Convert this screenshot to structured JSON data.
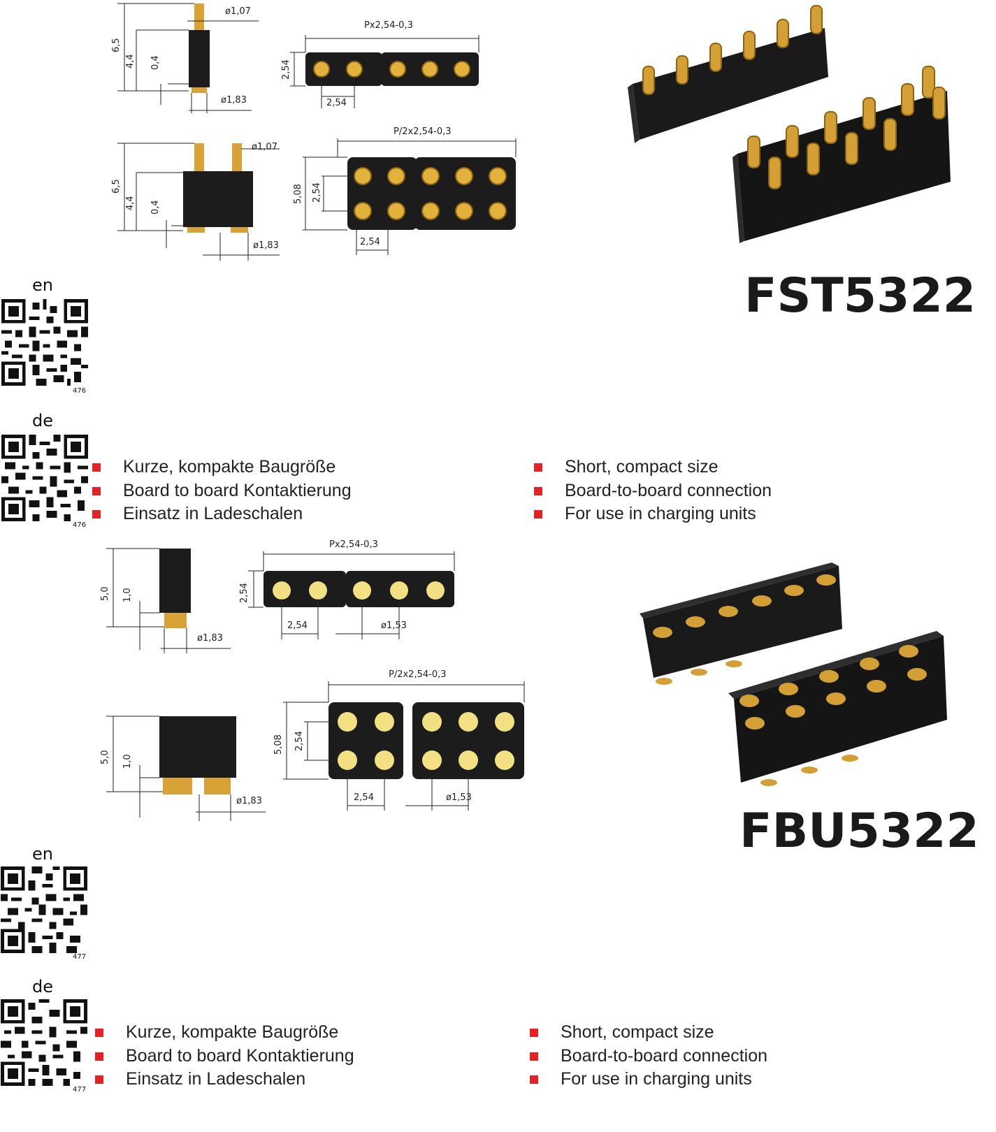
{
  "products": [
    {
      "name": "FST5322",
      "dims": {
        "single": [
          "ø1,07",
          "6,5",
          "4,4",
          "0,4",
          "ø1,83",
          "Px2,54-0,3",
          "2,54",
          "2,54"
        ],
        "double": [
          "ø1,07",
          "6,5",
          "4,4",
          "0,4",
          "ø1,83",
          "P/2x2,54-0,3",
          "5,08",
          "2,54",
          "2,54"
        ]
      },
      "qr": [
        {
          "lang": "en",
          "num": "476"
        },
        {
          "lang": "de",
          "num": "476"
        }
      ],
      "features_de": [
        "Kurze, kompakte Baugröße",
        "Board to board Kontaktierung",
        "Einsatz in Ladeschalen"
      ],
      "features_en": [
        "Short, compact size",
        "Board-to-board connection",
        "For use in charging units"
      ]
    },
    {
      "name": "FBU5322",
      "dims": {
        "single": [
          "5,0",
          "1,0",
          "ø1,83",
          "Px2,54-0,3",
          "2,54",
          "2,54",
          "ø1,53"
        ],
        "double": [
          "5,0",
          "1,0",
          "ø1,83",
          "P/2x2,54-0,3",
          "5,08",
          "2,54",
          "2,54",
          "ø1,53"
        ]
      },
      "qr": [
        {
          "lang": "en",
          "num": "477"
        },
        {
          "lang": "de",
          "num": "477"
        }
      ],
      "features_de": [
        "Kurze, kompakte Baugröße",
        "Board to board Kontaktierung",
        "Einsatz in Ladeschalen"
      ],
      "features_en": [
        "Short, compact size",
        "Board-to-board connection",
        "For use in charging units"
      ]
    }
  ],
  "colors": {
    "bullet": "#e32225",
    "gold": "#e3b23c",
    "body": "#1a1a1a"
  }
}
